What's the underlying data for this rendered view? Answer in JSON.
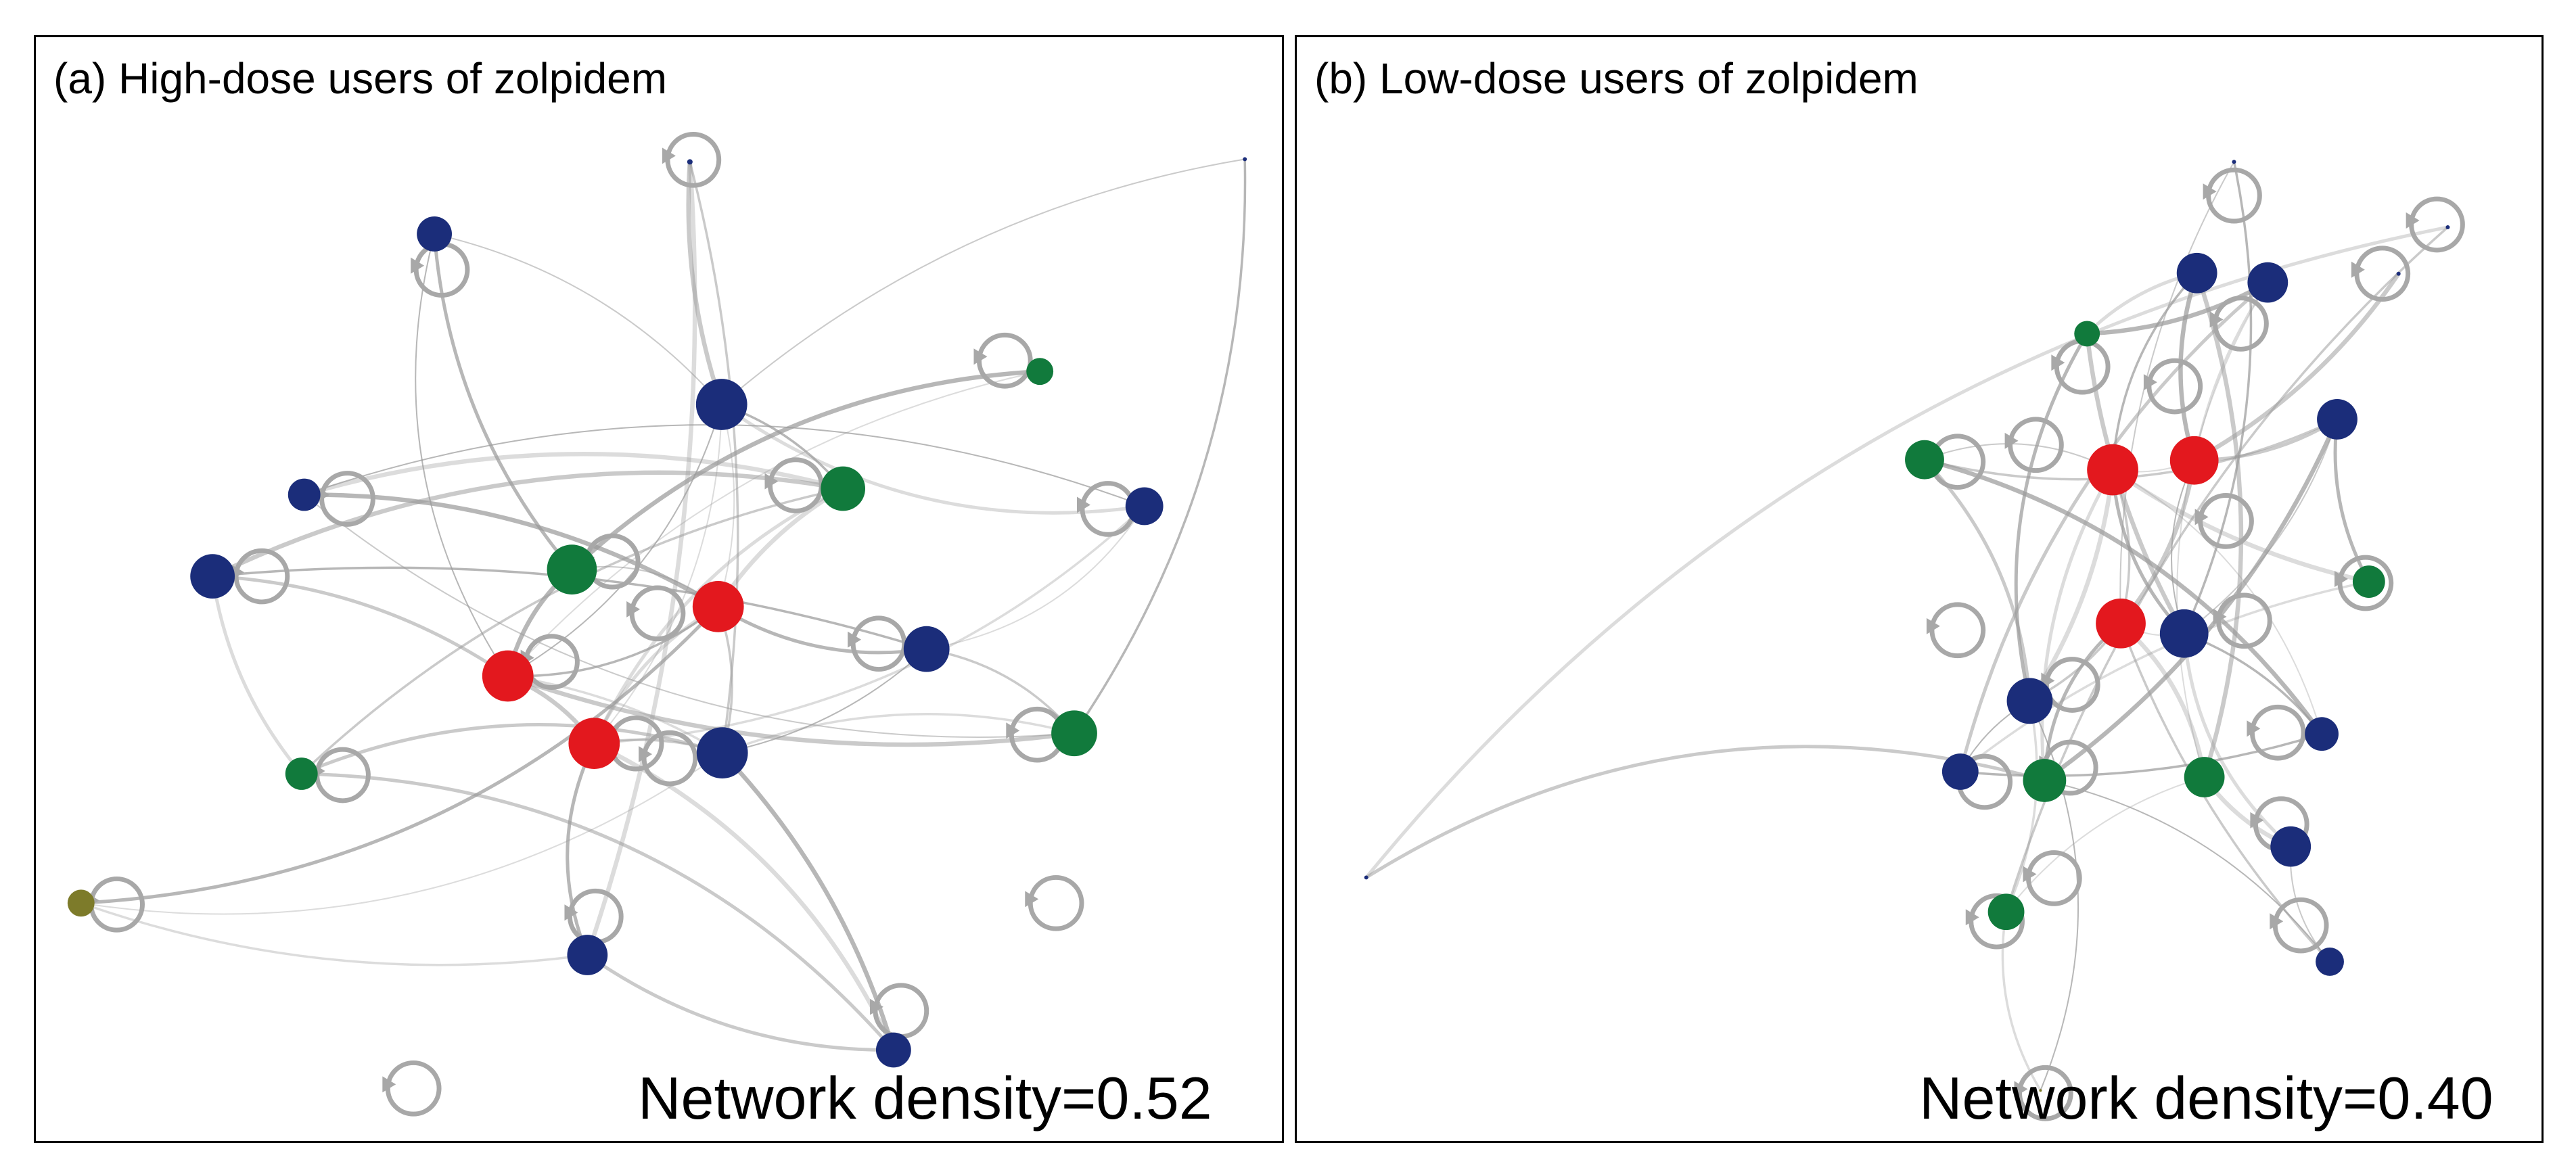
{
  "panels": [
    {
      "title": "(a) High-dose users of zolpidem",
      "density_label": "Network density=0.52"
    },
    {
      "title": "(b) Low-dose users of zolpidem",
      "density_label": "Network density=0.40"
    }
  ],
  "colors": {
    "red": "#e3181e",
    "blue": "#1b2d7a",
    "green": "#117a3c",
    "olive": "#7d7b2a",
    "edge": "#9a9a9a",
    "ring": "#a8a8a8"
  }
}
